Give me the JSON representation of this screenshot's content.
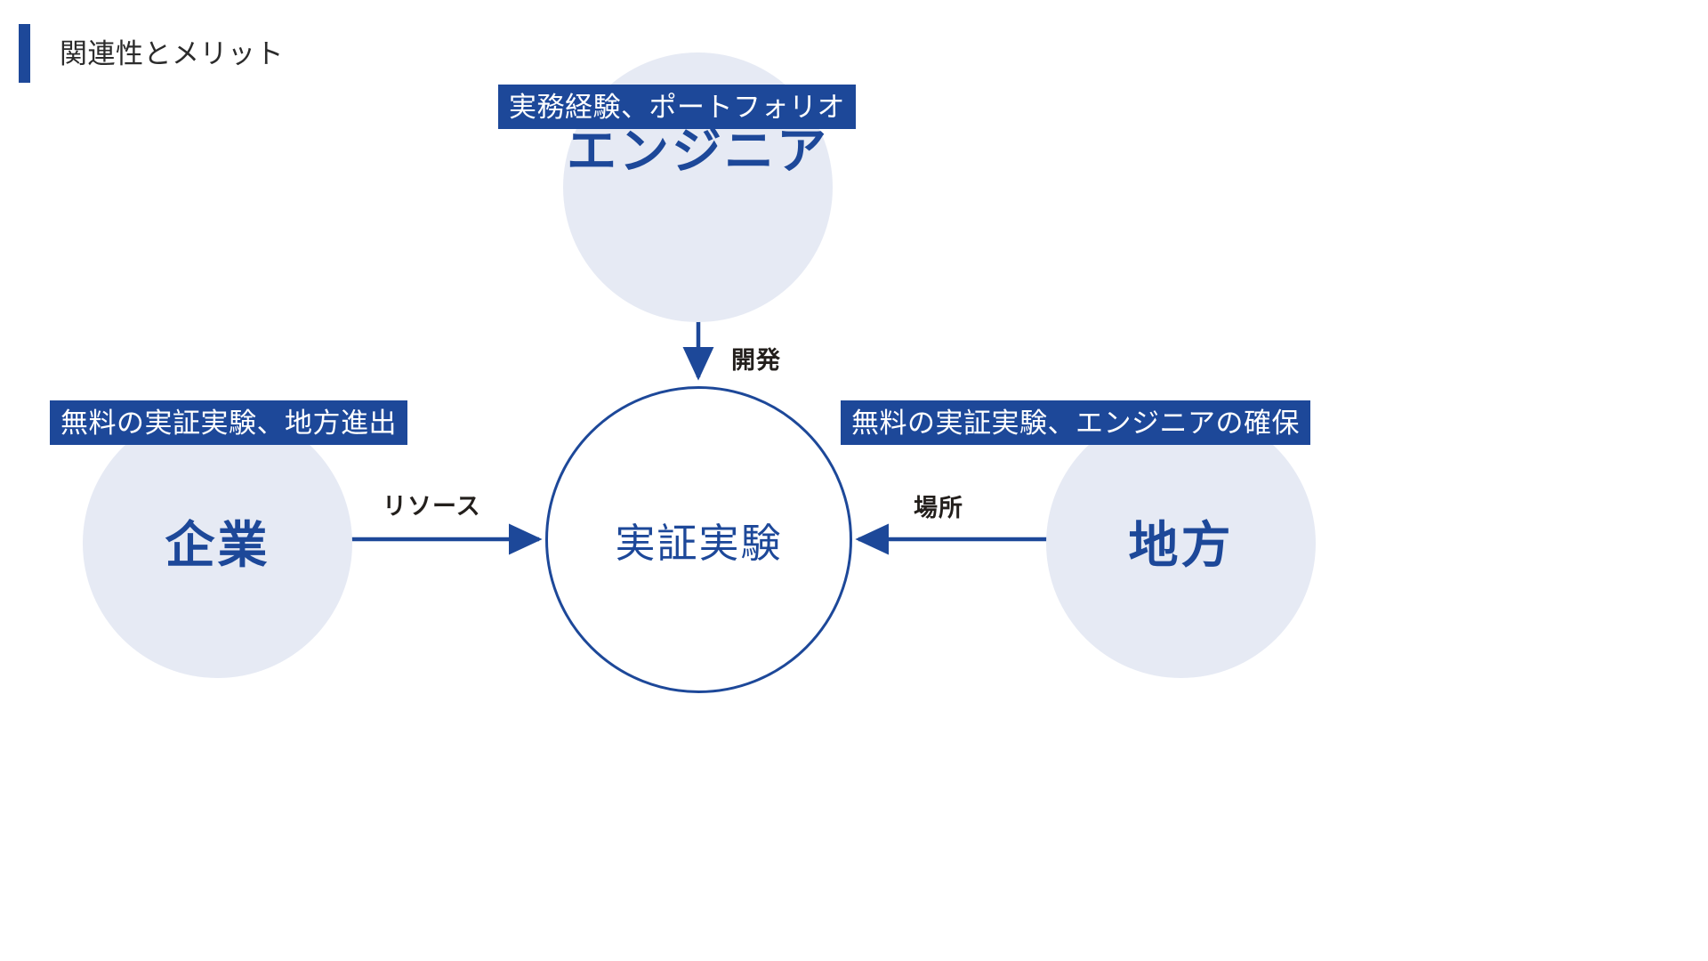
{
  "slide": {
    "title": "関連性とメリット",
    "accent_color": "#1d4899",
    "soft_circle_color": "#e6eaf4",
    "background_color": "#ffffff",
    "arrow_label_color": "#231f1c"
  },
  "nodes": {
    "engineer": {
      "label": "エンジニア",
      "caption": "実務経験、ポートフォリオ"
    },
    "company": {
      "label": "企業",
      "caption": "無料の実証実験、地方進出"
    },
    "local": {
      "label": "地方",
      "caption": "無料の実証実験、エンジニアの確保"
    },
    "center": {
      "label": "実証実験"
    }
  },
  "arrows": {
    "develop": {
      "label": "開発",
      "from": "engineer",
      "to": "center",
      "direction": "down"
    },
    "resource": {
      "label": "リソース",
      "from": "company",
      "to": "center",
      "direction": "right"
    },
    "place": {
      "label": "場所",
      "from": "local",
      "to": "center",
      "direction": "left"
    }
  }
}
